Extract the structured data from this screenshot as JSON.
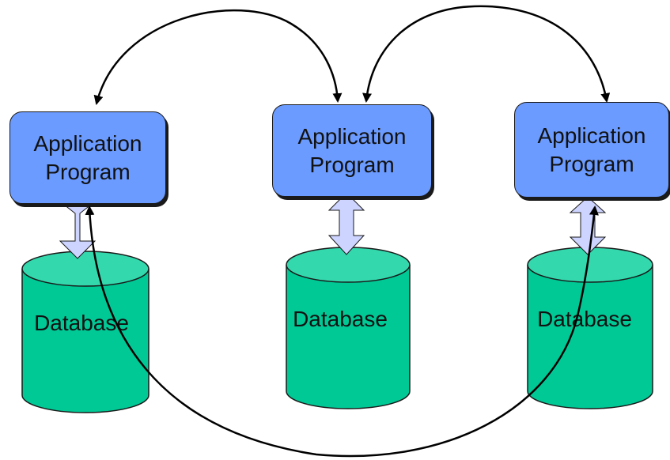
{
  "colors": {
    "app_box": "#6b9bff",
    "database_body": "#00c996",
    "database_top": "#33d8ad",
    "io_arrow": "#cdd4ff",
    "connector": "#000000"
  },
  "applications": [
    {
      "line1": "Application",
      "line2": "Program"
    },
    {
      "line1": "Application",
      "line2": "Program"
    },
    {
      "line1": "Application",
      "line2": "Program"
    }
  ],
  "databases": [
    {
      "label": "Database"
    },
    {
      "label": "Database"
    },
    {
      "label": "Database"
    }
  ]
}
